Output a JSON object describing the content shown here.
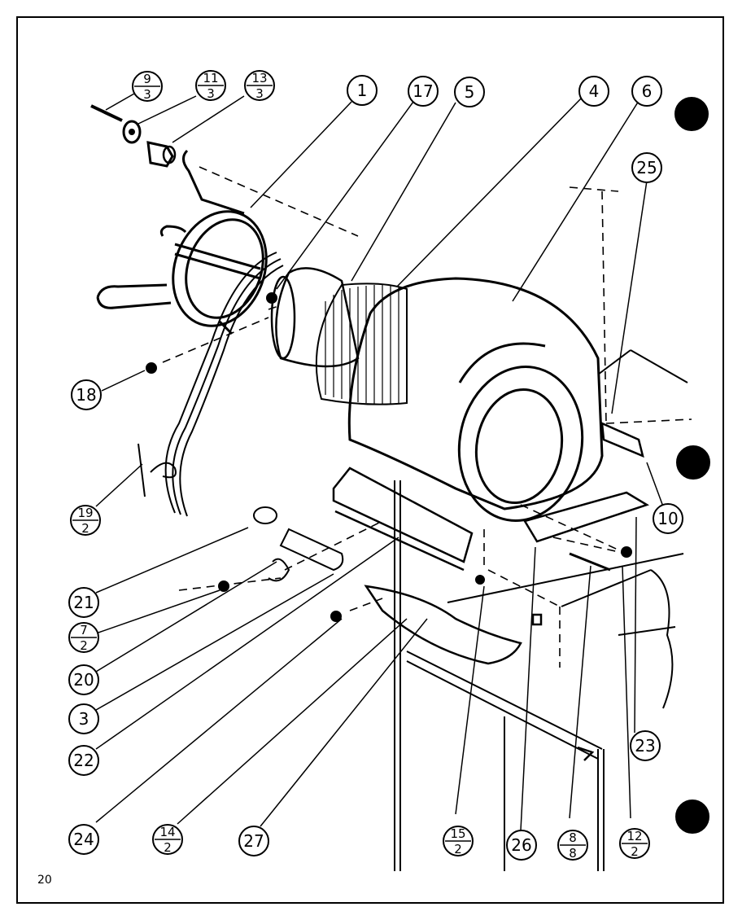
{
  "page_number": "20",
  "callouts": [
    {
      "id": "c9",
      "top": "9",
      "bottom": "3"
    },
    {
      "id": "c11",
      "top": "11",
      "bottom": "3"
    },
    {
      "id": "c13",
      "top": "13",
      "bottom": "3"
    },
    {
      "id": "c1",
      "text": "1"
    },
    {
      "id": "c17",
      "text": "17"
    },
    {
      "id": "c5",
      "text": "5"
    },
    {
      "id": "c4",
      "text": "4"
    },
    {
      "id": "c6",
      "text": "6"
    },
    {
      "id": "c25",
      "text": "25"
    },
    {
      "id": "c18",
      "text": "18"
    },
    {
      "id": "c10",
      "text": "10"
    },
    {
      "id": "c19",
      "top": "19",
      "bottom": "2"
    },
    {
      "id": "c21",
      "text": "21"
    },
    {
      "id": "c7",
      "top": "7",
      "bottom": "2"
    },
    {
      "id": "c20",
      "text": "20"
    },
    {
      "id": "c3",
      "text": "3"
    },
    {
      "id": "c22",
      "text": "22"
    },
    {
      "id": "c23",
      "text": "23"
    },
    {
      "id": "c24",
      "text": "24"
    },
    {
      "id": "c14",
      "top": "14",
      "bottom": "2"
    },
    {
      "id": "c27",
      "text": "27"
    },
    {
      "id": "c15",
      "top": "15",
      "bottom": "2"
    },
    {
      "id": "c26",
      "text": "26"
    },
    {
      "id": "c8",
      "top": "8",
      "bottom": "8"
    },
    {
      "id": "c12",
      "top": "12",
      "bottom": "2"
    }
  ]
}
